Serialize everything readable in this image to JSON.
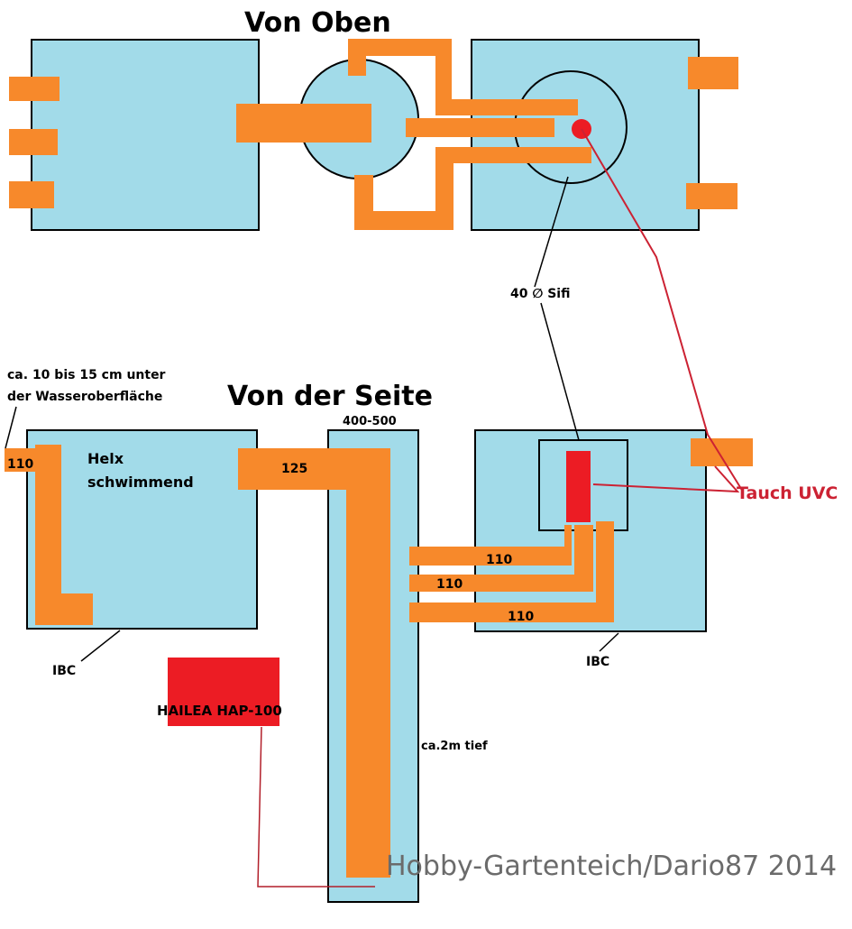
{
  "titles": {
    "top_view": "Von Oben",
    "side_view": "Von der Seite"
  },
  "labels": {
    "depth_note_line1": "ca. 10 bis 15 cm unter",
    "depth_note_line2": "der Wasseroberfläche",
    "inlet_size": "110",
    "helix_line1": "Helx",
    "helix_line2": "schwimmend",
    "pipe_125": "125",
    "shaft_size": "400-500",
    "sifi": "40 ∅ Sifi",
    "uvc": "Tauch UVC",
    "pipe_110_a": "110",
    "pipe_110_b": "110",
    "pipe_110_c": "110",
    "ibc_left": "IBC",
    "ibc_right": "IBC",
    "pump": "HAILEA HAP-100",
    "depth": "ca.2m tief",
    "watermark": "Hobby-Gartenteich/Dario87 2014"
  },
  "colors": {
    "water": "#a2dbe9",
    "pipe": "#f7892b",
    "device": "#ec1c24",
    "uvc_text": "#cc2233",
    "watermark": "#6b6b6b"
  }
}
